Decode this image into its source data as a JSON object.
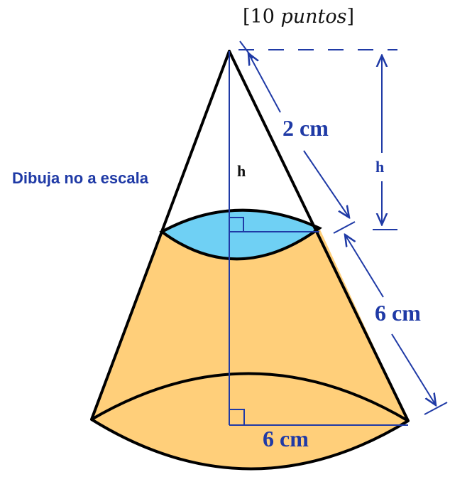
{
  "header": {
    "points_open": "[10 ",
    "points_word": "puntos",
    "points_close": "]"
  },
  "labels": {
    "note": "Dibuja no a escala",
    "h_inner": "h",
    "h_side": "h",
    "slant_upper": "2 cm",
    "slant_lower": "6 cm",
    "base_radius": "6 cm"
  },
  "colors": {
    "frustum_fill": "#ffcf7a",
    "top_disc_fill": "#6fd0f4",
    "outline": "#000000",
    "dimension": "#1f3aa6"
  }
}
